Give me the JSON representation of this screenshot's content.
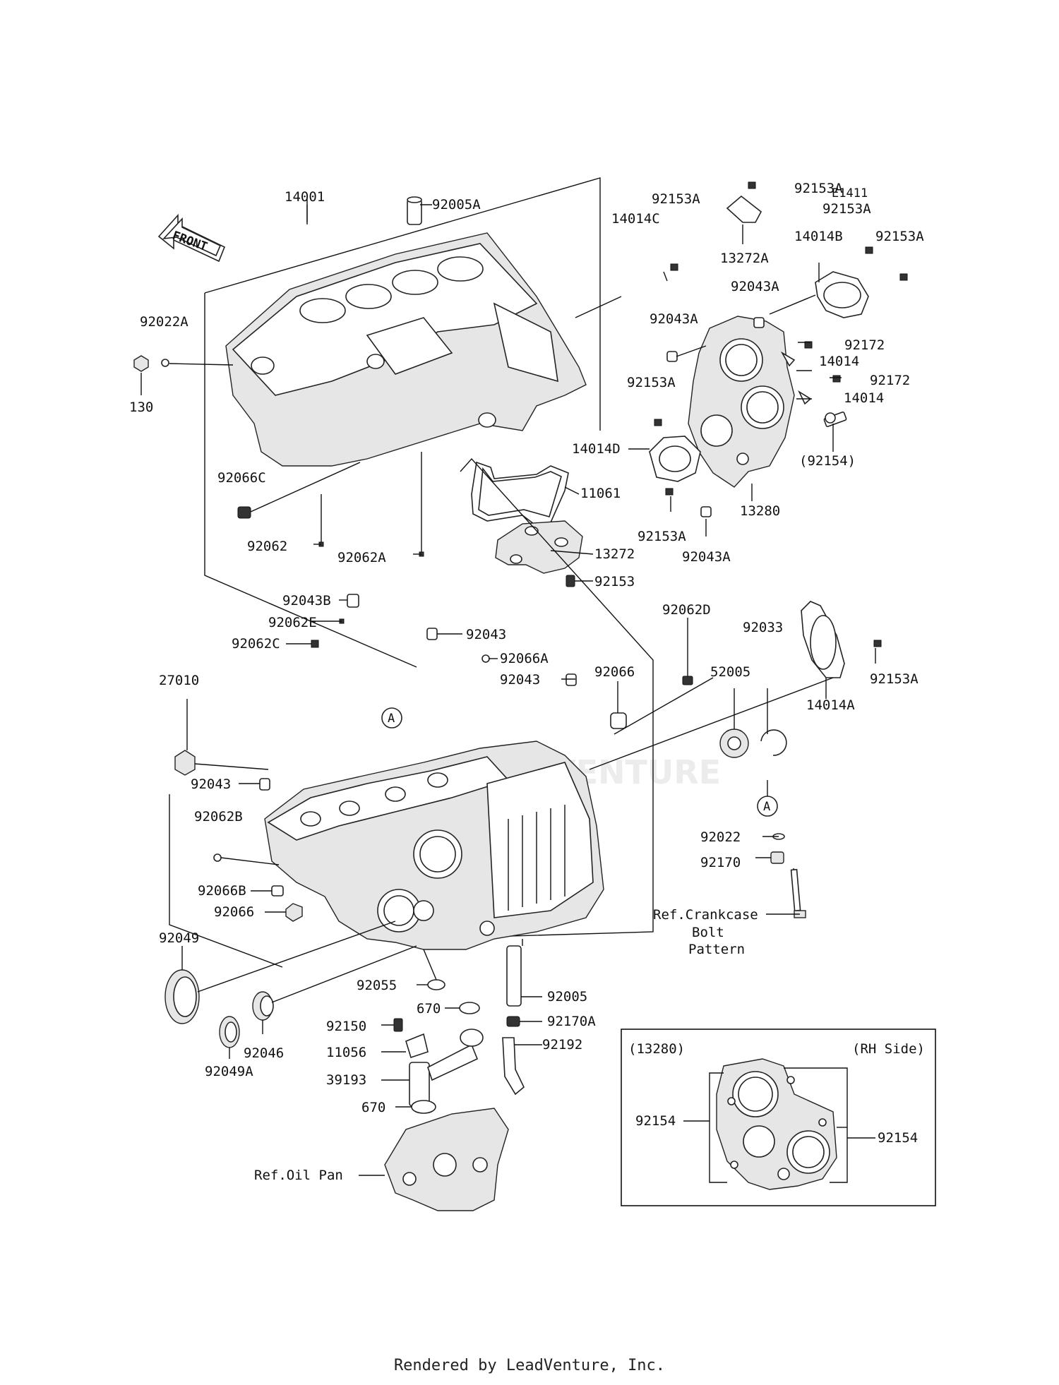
{
  "diagram": {
    "front_label": "FRONT",
    "circle_ref": "A",
    "watermark": "VENTURE",
    "labels": {
      "p14001": "14001",
      "p92005A": "92005A",
      "p92022A": "92022A",
      "p130": "130",
      "p92066C": "92066C",
      "p92062": "92062",
      "p92062A": "92062A",
      "p11061": "11061",
      "p13272": "13272",
      "p92153": "92153",
      "p14014C": "14014C",
      "p92153A_1": "92153A",
      "p92153A_2": "92153A",
      "pE1411": "E1411",
      "p92153A_3": "92153A",
      "p13272A": "13272A",
      "p14014B": "14014B",
      "p92153A_4": "92153A",
      "p92043A_1": "92043A",
      "p92043A_2": "92043A",
      "p92172_1": "92172",
      "p14014_1": "14014",
      "p92172_2": "92172",
      "p14014_2": "14014",
      "p92153A_5": "92153A",
      "p14014D": "14014D",
      "p92154_paren": "(92154)",
      "p13280": "13280",
      "p92153A_6": "92153A",
      "p92043A_3": "92043A",
      "p92043B": "92043B",
      "p92062E": "92062E",
      "p92062C": "92062C",
      "p92043_1": "92043",
      "p92066A": "92066A",
      "p92043_2": "92043",
      "p92062D": "92062D",
      "p92066": "92066",
      "p52005": "52005",
      "p92033": "92033",
      "p92153A_7": "92153A",
      "p14014A": "14014A",
      "p27010": "27010",
      "p92043_3": "92043",
      "p92062B": "92062B",
      "p92066B": "92066B",
      "p92066_2": "92066",
      "p92022": "92022",
      "p92170": "92170",
      "ref_crankcase_1": "Ref.Crankcase",
      "ref_crankcase_2": "Bolt",
      "ref_crankcase_3": "Pattern",
      "p92049": "92049",
      "p92055": "92055",
      "p670_1": "670",
      "p92005": "92005",
      "p92150": "92150",
      "p92170A": "92170A",
      "p11056": "11056",
      "p92192": "92192",
      "p39193": "39193",
      "p670_2": "670",
      "ref_oil_pan": "Ref.Oil Pan",
      "p92046": "92046",
      "p92049A": "92049A"
    },
    "inset": {
      "part_ref": "(13280)",
      "side": "(RH Side)",
      "label_left": "92154",
      "label_right": "92154"
    }
  },
  "footer": {
    "rendered_by": "Rendered by LeadVenture, Inc."
  }
}
